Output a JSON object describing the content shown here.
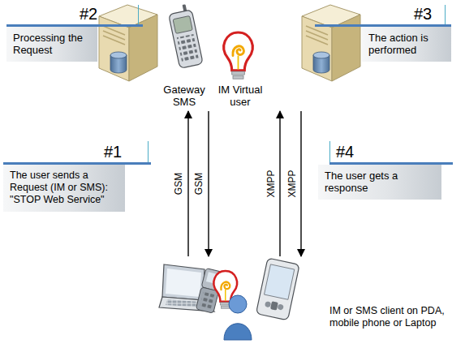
{
  "diagram": {
    "nodes": [
      {
        "text": [
          "#2",
          "Processing the Request"
        ]
      },
      {
        "text": [
          "#3",
          "The action is performed"
        ]
      },
      {
        "text": [
          "#1",
          "The user sends a Request (IM or SMS): \"STOP Web Service\""
        ]
      },
      {
        "text": [
          "#4",
          "The user gets a response"
        ]
      },
      {
        "text": [
          "Gateway SMS"
        ]
      },
      {
        "text": [
          "IM Virtual user"
        ]
      },
      {
        "text": [
          "IM or SMS client on PDA, mobile phone or Laptop"
        ]
      }
    ],
    "edges": [
      {
        "from": 6,
        "to": 4,
        "label": "GSM",
        "arrow": "to"
      },
      {
        "from": 4,
        "to": 6,
        "label": "GSM",
        "arrow": "to"
      },
      {
        "from": 6,
        "to": 5,
        "label": "XMPP",
        "arrow": "to"
      },
      {
        "from": 5,
        "to": 6,
        "label": "XMPP",
        "arrow": "to"
      }
    ]
  }
}
